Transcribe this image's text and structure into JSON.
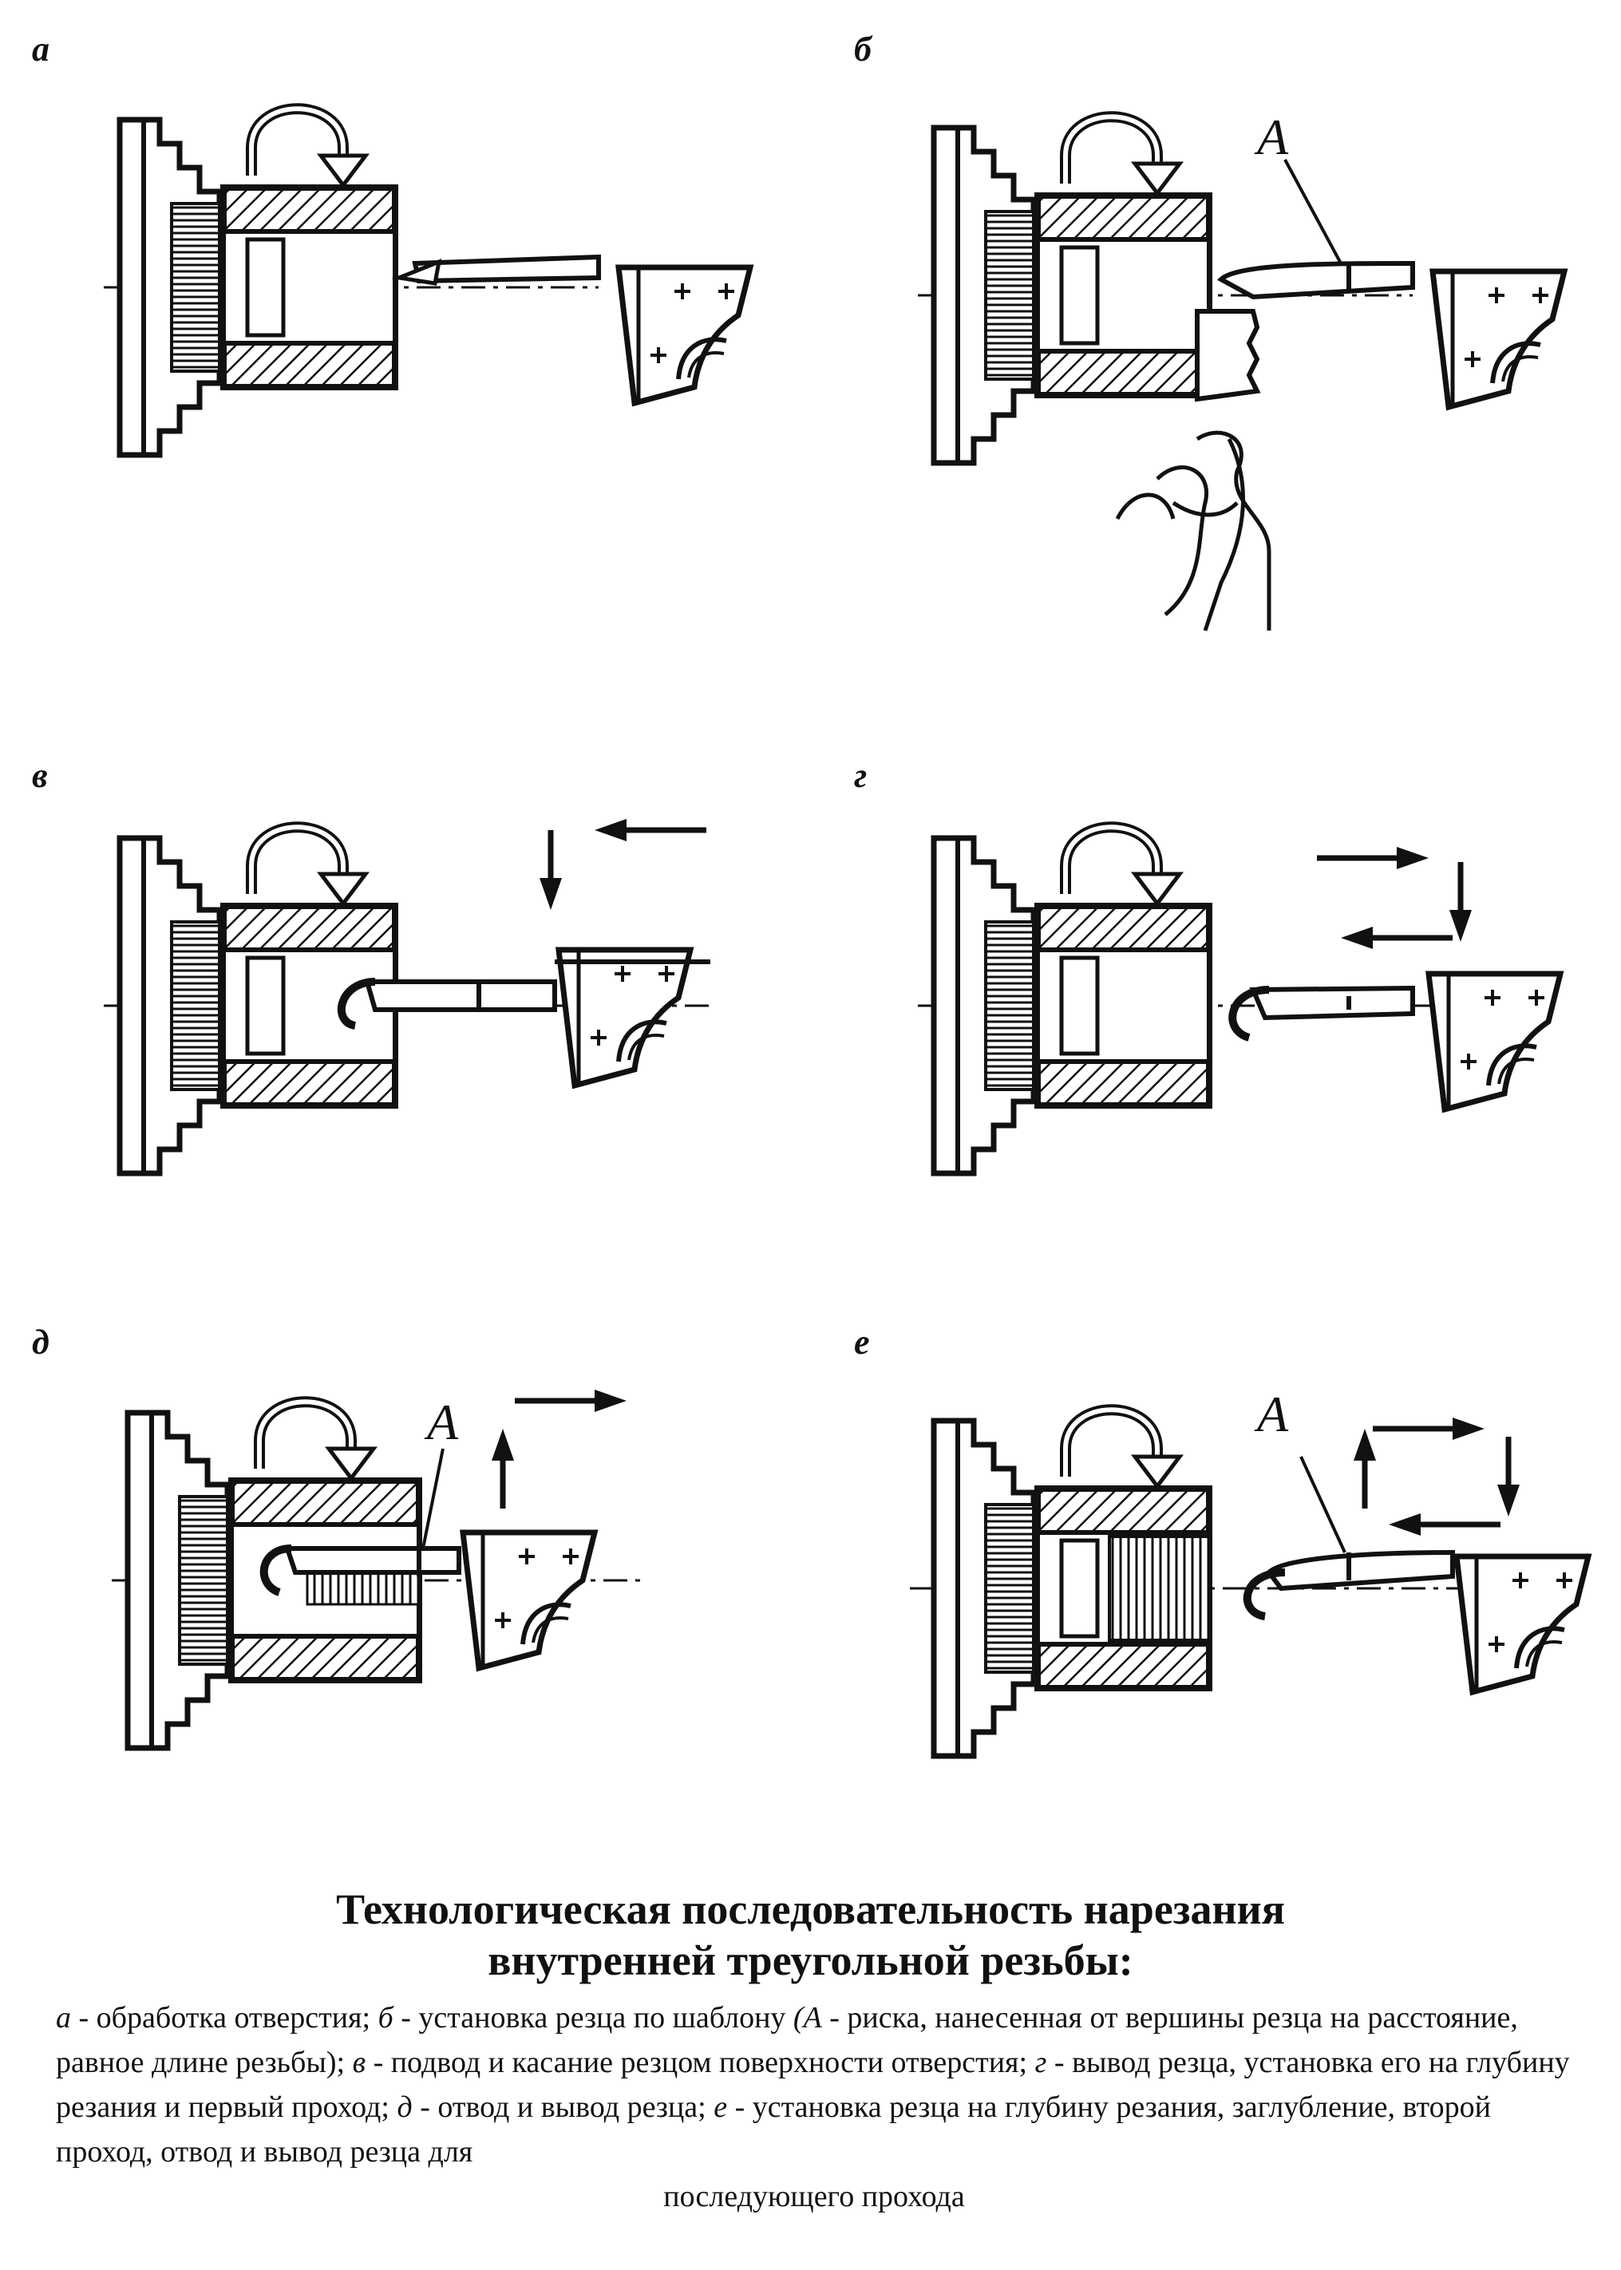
{
  "panels": [
    {
      "id": "a",
      "label": "а",
      "marker": ""
    },
    {
      "id": "b",
      "label": "б",
      "marker": "A"
    },
    {
      "id": "v",
      "label": "в",
      "marker": ""
    },
    {
      "id": "g",
      "label": "г",
      "marker": ""
    },
    {
      "id": "d",
      "label": "д",
      "marker": "A"
    },
    {
      "id": "e",
      "label": "е",
      "marker": "A"
    }
  ],
  "title": {
    "line1": "Технологическая последовательность нарезания",
    "line2": "внутренней треугольной резьбы:"
  },
  "caption": {
    "a_letter": "а",
    "a_text": " - обработка отверстия; ",
    "b_letter": "б",
    "b_text": " - установка резца по шаблону ",
    "paren_open": "(А",
    "paren_text": " - риска, нанесенная от вершины резца на расстояние, равное длине резьбы); ",
    "v_letter": "в",
    "v_text": " - подвод и касание резцом поверхности отверстия; ",
    "g_letter": "г",
    "g_text": " - вывод резца, установка его на глубину резания и первый проход; ",
    "d_letter": "д",
    "d_text": " - отвод и вывод резца; ",
    "e_letter": "е",
    "e_text": " - установка резца на глубину резания, заглубление, второй проход, отвод и вывод резца для",
    "last_line": "последующего прохода"
  }
}
